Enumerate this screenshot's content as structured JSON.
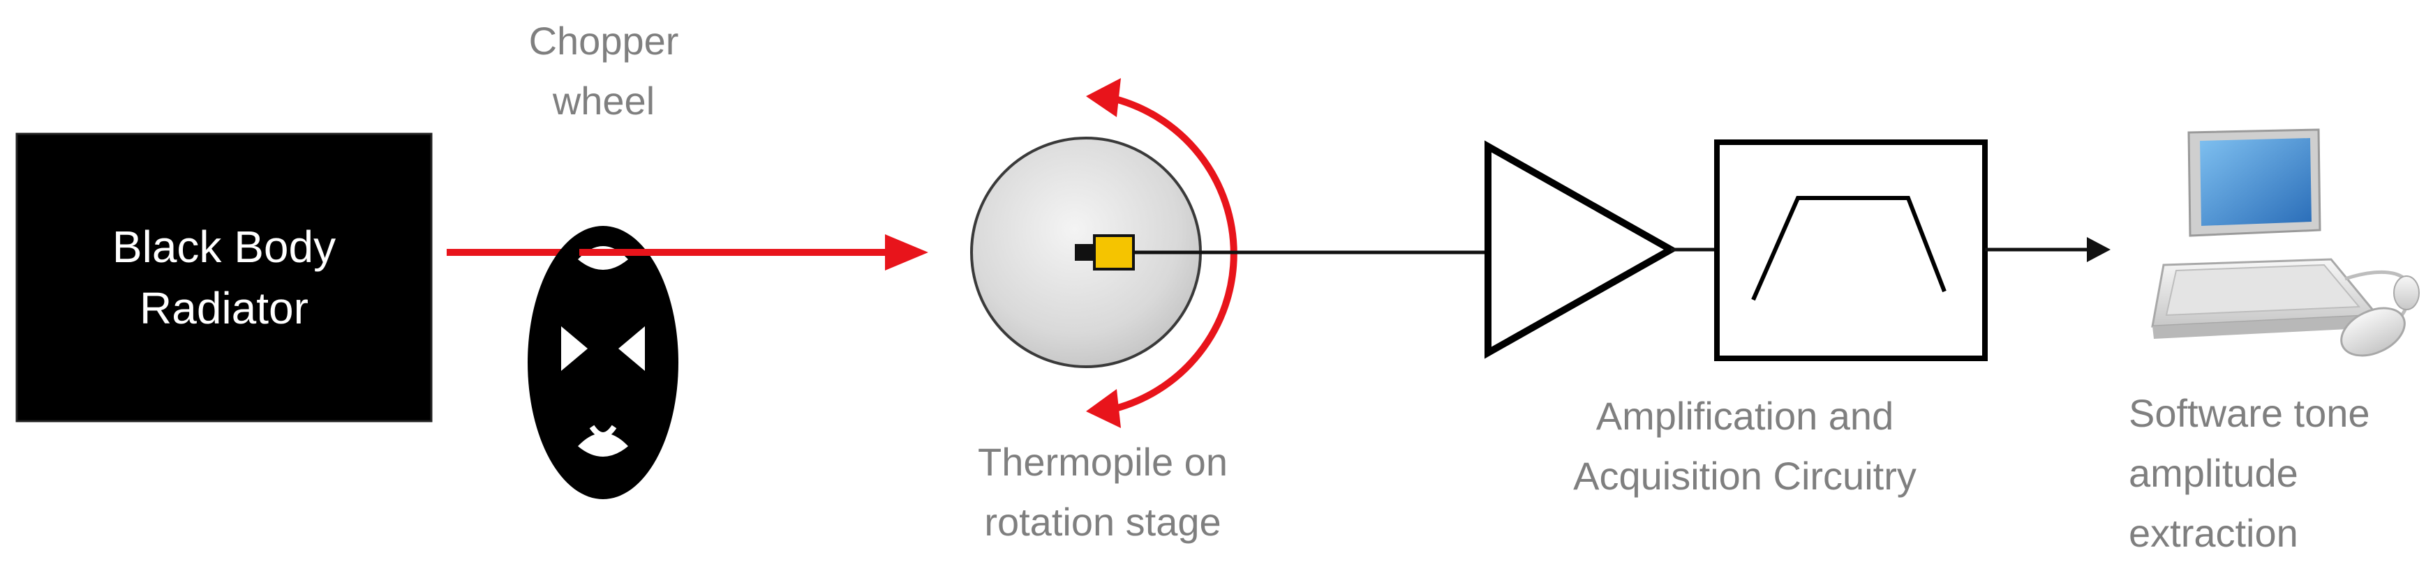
{
  "diagram": {
    "black_body": {
      "lines": [
        "Black Body",
        "Radiator"
      ]
    },
    "chopper": {
      "lines": [
        "Chopper",
        "wheel"
      ]
    },
    "thermopile": {
      "lines": [
        "Thermopile on",
        "rotation stage"
      ]
    },
    "circuitry": {
      "lines": [
        "Amplification and",
        "Acquisition Circuitry"
      ]
    },
    "software": {
      "lines": [
        "Software tone",
        "amplitude",
        "extraction"
      ]
    }
  },
  "colors": {
    "beam": "#e8141b",
    "sensor": "#f5c400",
    "label": "#7f7f7f",
    "block": "#000000",
    "screen": "#3f8fd8"
  },
  "icons": [
    "computer-icon",
    "amplifier-icon",
    "bandpass-filter-icon",
    "rotation-arrow-icon"
  ]
}
